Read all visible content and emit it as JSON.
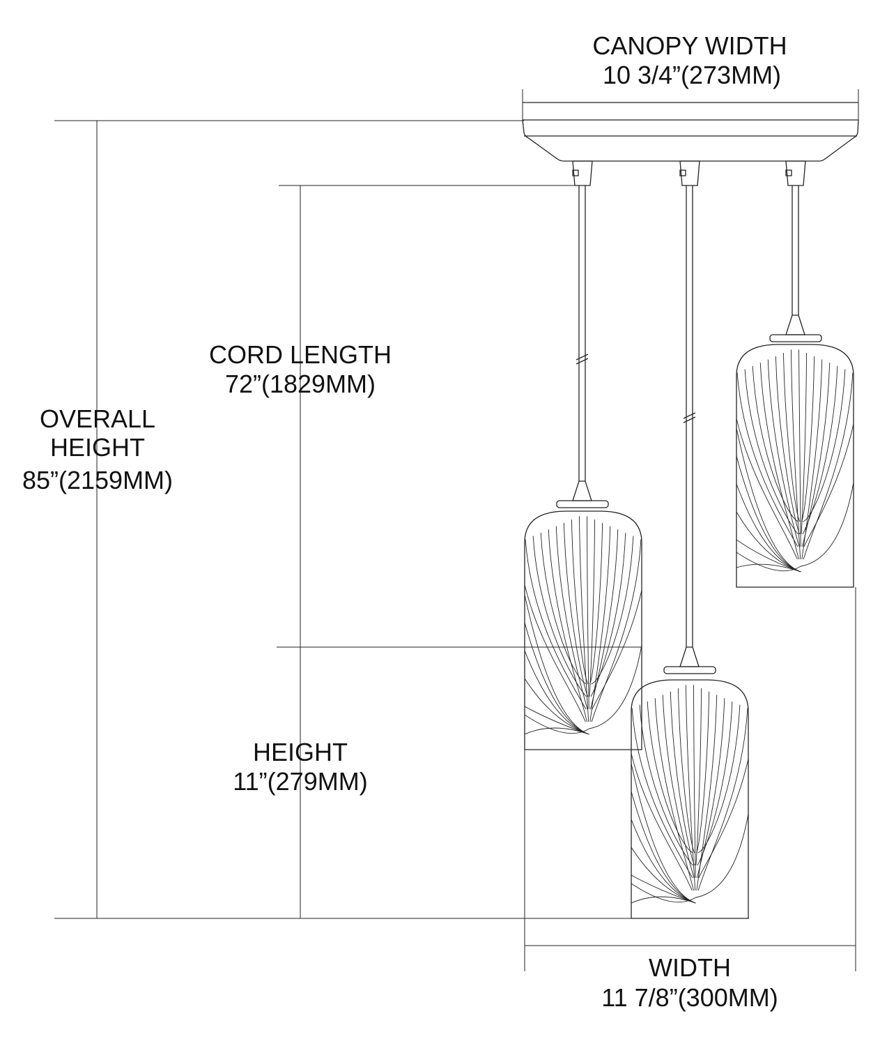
{
  "colors": {
    "line": "#222222",
    "background": "#ffffff"
  },
  "dimensions": {
    "canopy_width": {
      "label": "CANOPY WIDTH",
      "value": "10 3/4”(273MM)"
    },
    "cord_length": {
      "label": "CORD LENGTH",
      "value": "72”(1829MM)"
    },
    "overall_height": {
      "label_1": "OVERALL",
      "label_2": "HEIGHT",
      "value": "85”(2159MM)"
    },
    "height": {
      "label": "HEIGHT",
      "value": "11”(279MM)"
    },
    "width": {
      "label": "WIDTH",
      "value": "11 7/8”(300MM)"
    }
  },
  "pendants": [
    {
      "name": "left"
    },
    {
      "name": "middle"
    },
    {
      "name": "right"
    }
  ]
}
